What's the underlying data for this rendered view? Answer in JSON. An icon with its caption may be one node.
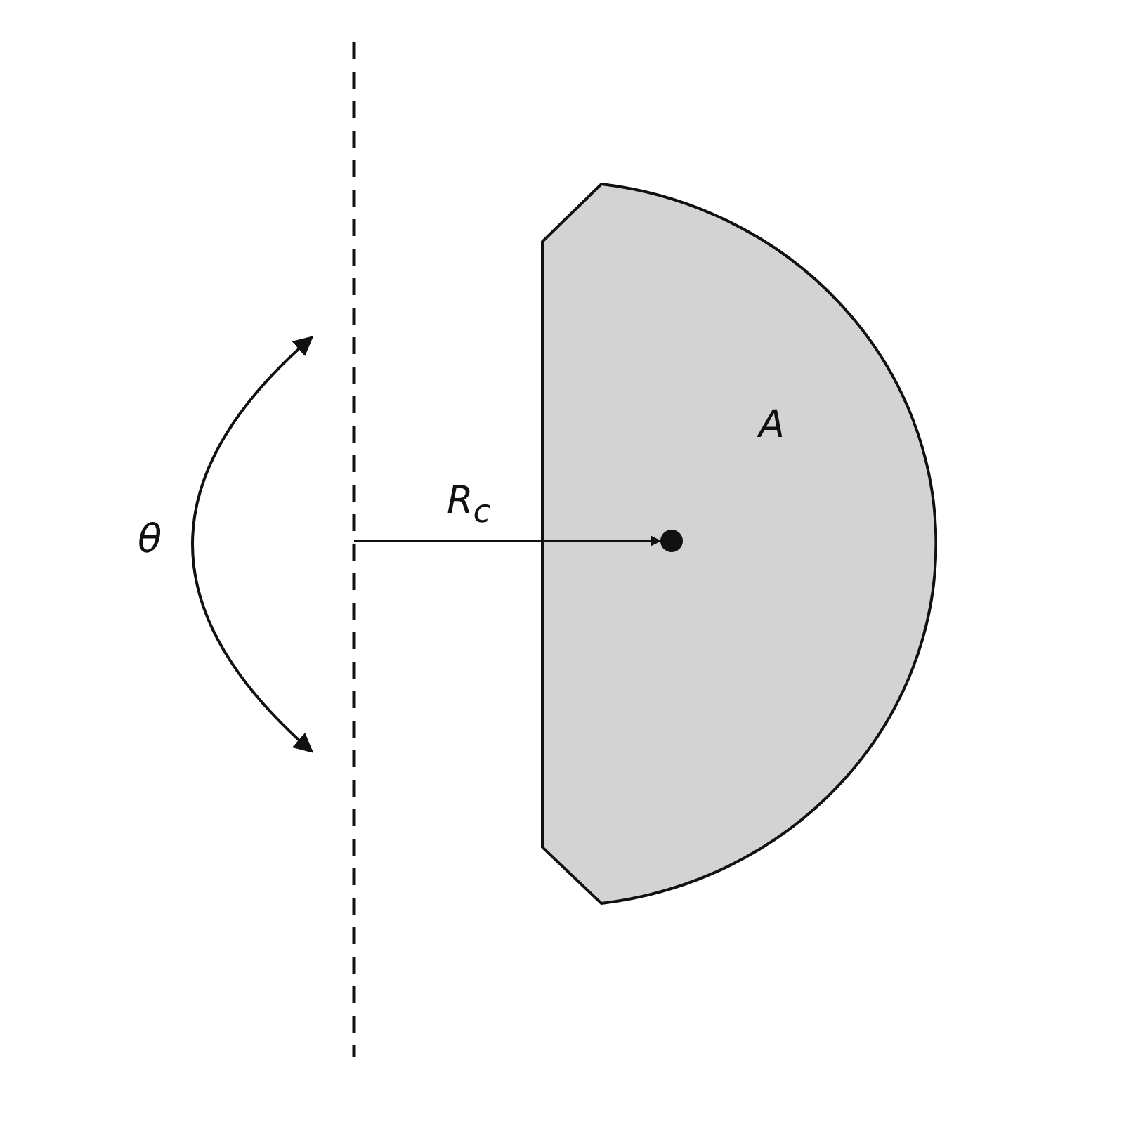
{
  "diagram": {
    "nodes": [
      {
        "text": [
          "A"
        ]
      },
      {
        "text": [],
        "shape": "circle",
        "in": 0
      }
    ],
    "edges": [
      {
        "from": null,
        "to": 1,
        "arrow": "to",
        "label": "R$_{c}$"
      }
    ],
    "labels": [
      "θ"
    ]
  }
}
